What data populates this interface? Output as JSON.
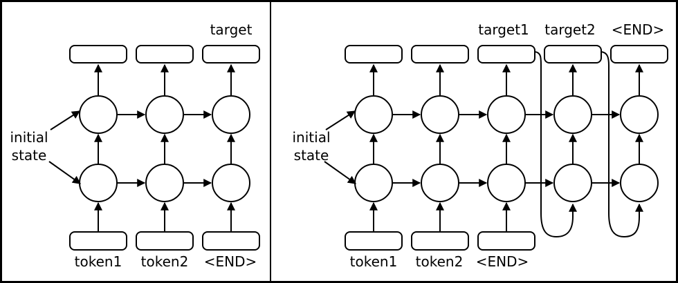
{
  "colors": {
    "stroke": "#000000",
    "background": "#ffffff",
    "text": "#000000"
  },
  "left_panel": {
    "structure": {
      "grid_columns": 3,
      "grid_rows": 2,
      "top_boxes": 3,
      "bottom_boxes": 3,
      "feedback_connections": []
    },
    "initial_state": {
      "line1": "initial",
      "line2": "state"
    },
    "output_labels": {
      "target": "target"
    },
    "input_labels": {
      "token1": "token1",
      "token2": "token2",
      "end": "<END>"
    }
  },
  "right_panel": {
    "structure": {
      "grid_columns": 5,
      "grid_rows": 2,
      "top_boxes": 5,
      "bottom_boxes": 3,
      "feedback_connections": [
        {
          "from_output_column": 3,
          "to_input_column": 4
        },
        {
          "from_output_column": 4,
          "to_input_column": 5
        }
      ]
    },
    "initial_state": {
      "line1": "initial",
      "line2": "state"
    },
    "output_labels": {
      "target1": "target1",
      "target2": "target2",
      "end": "<END>"
    },
    "input_labels": {
      "token1": "token1",
      "token2": "token2",
      "end": "<END>"
    }
  }
}
